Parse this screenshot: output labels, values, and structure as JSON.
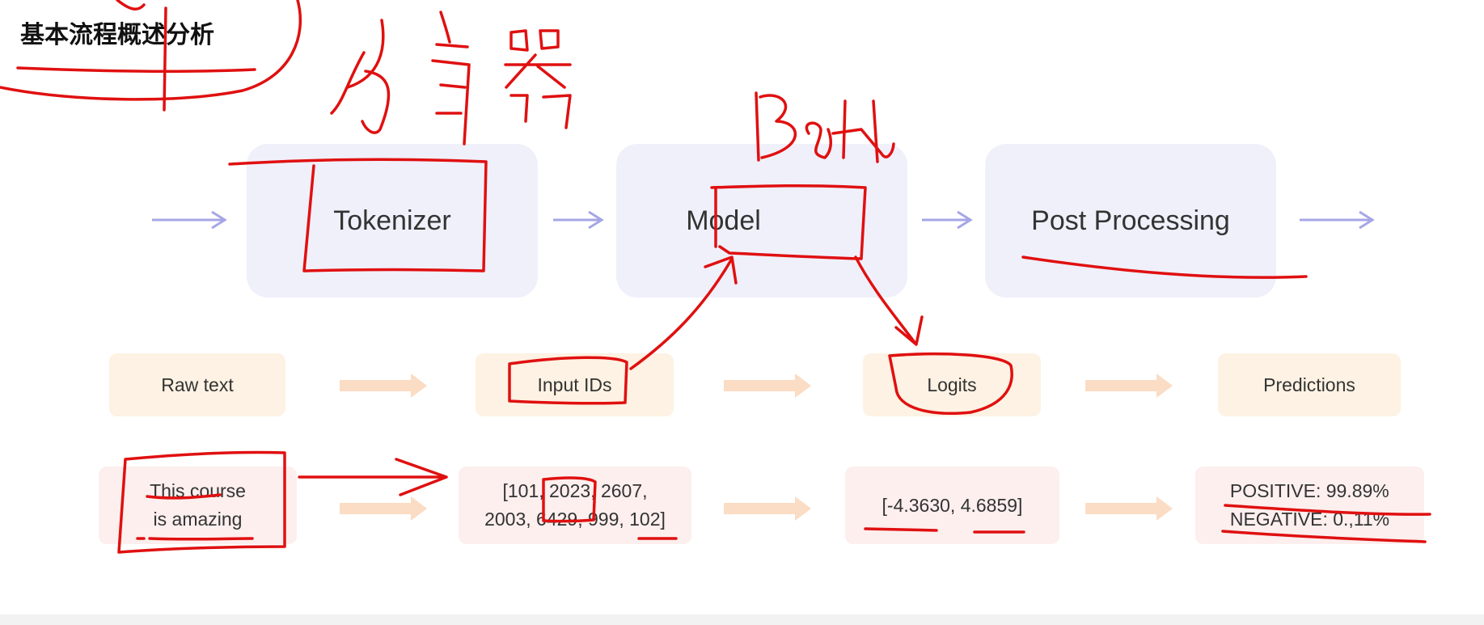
{
  "title": "基本流程概述分析",
  "stages": {
    "tokenizer": "Tokenizer",
    "model": "Model",
    "post_processing": "Post Processing"
  },
  "steps": {
    "raw_text": "Raw text",
    "input_ids": "Input IDs",
    "logits": "Logits",
    "predictions": "Predictions"
  },
  "examples": {
    "raw_text": [
      "This course",
      "is amazing"
    ],
    "input_ids": [
      "[101, 2023, 2607,",
      "2003, 6429, 999, 102]"
    ],
    "logits": "[-4.3630, 4.6859]",
    "predictions": [
      "POSITIVE: 99.89%",
      "NEGATIVE: 0.,11%"
    ]
  },
  "colors": {
    "stage_bg": "#f0f0fb",
    "step_bg": "#fdf2e3",
    "example_bg": "#fcefee",
    "flow_arrow": "#a6a6e6",
    "step_arrow": "#fbdcc4",
    "ink": "#e01010"
  }
}
